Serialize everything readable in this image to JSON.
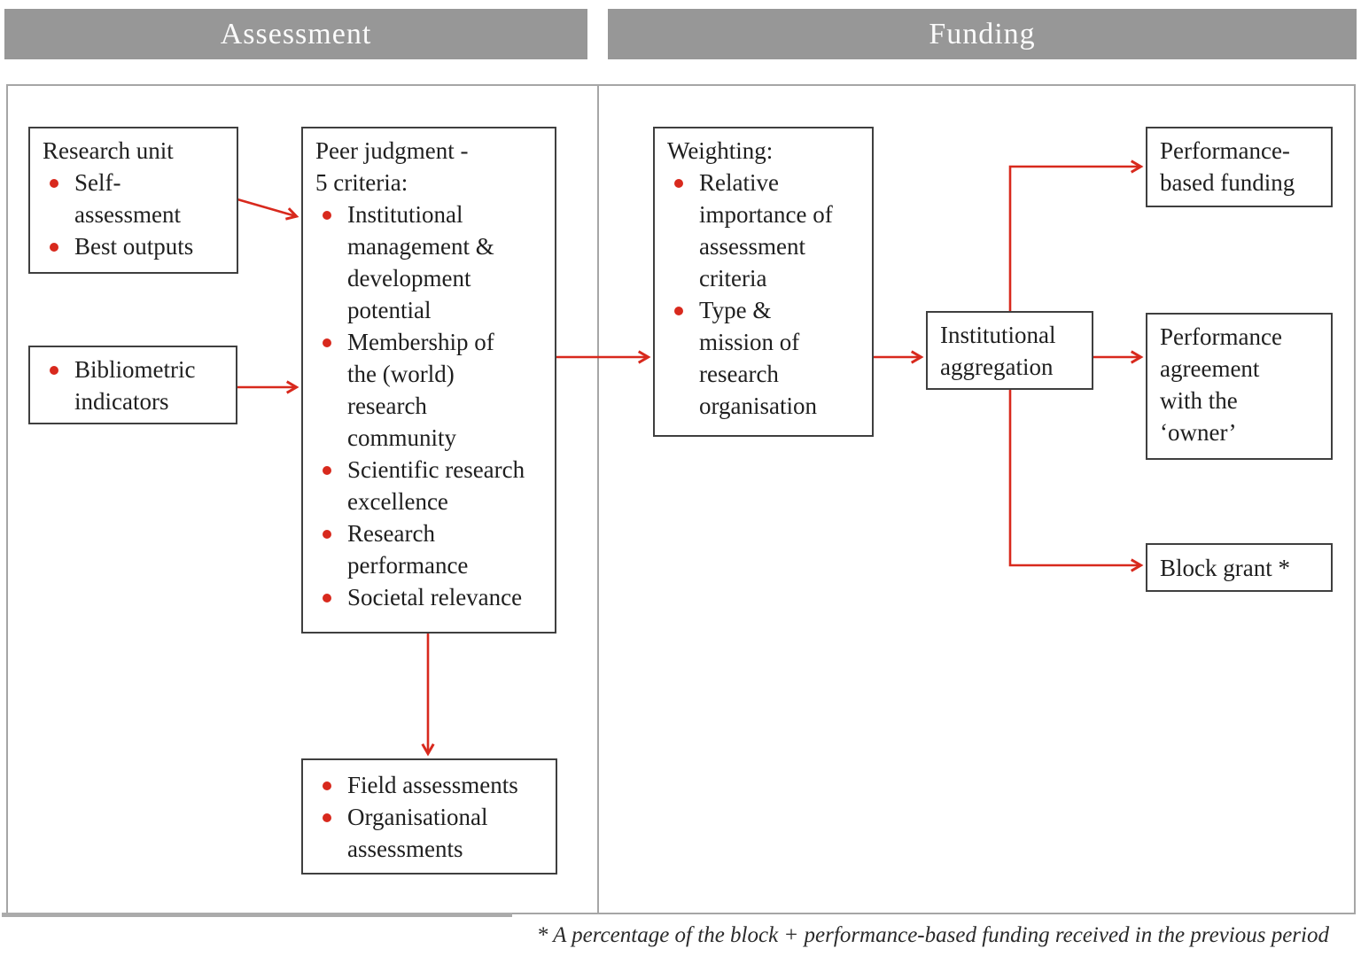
{
  "headers": {
    "assessment": "Assessment",
    "funding": "Funding"
  },
  "colors": {
    "header_bg": "#979797",
    "header_fg": "#fbfbfb",
    "arrow_red": "#d8291d",
    "box_border": "#3f3f3f",
    "panel_border": "#a6a6a6",
    "text": "#1f1f1f"
  },
  "boxes": {
    "research_unit": {
      "title": "Research unit",
      "items": [
        "Self-\nassessment",
        "Best outputs"
      ]
    },
    "bibliometric": {
      "items": [
        "Bibliometric\nindicators"
      ]
    },
    "peer_judgment": {
      "title": "Peer judgment -\n5 criteria:",
      "items": [
        "Institutional\nmanagement &\ndevelopment\npotential",
        "Membership of\nthe (world)\nresearch\ncommunity",
        "Scientific research\nexcellence",
        "Research\nperformance",
        "Societal relevance"
      ]
    },
    "field_assessments": {
      "items": [
        "Field assessments",
        "Organisational\nassessments"
      ]
    },
    "weighting": {
      "title": "Weighting:",
      "items": [
        "Relative\nimportance of\nassessment\ncriteria",
        "Type &\nmission of\nresearch\norganisation"
      ]
    },
    "institutional_aggregation": {
      "label": "Institutional\naggregation"
    },
    "performance_based_funding": {
      "label": "Performance-\nbased funding"
    },
    "performance_agreement": {
      "label": "Performance\nagreement\nwith the\n‘owner’"
    },
    "block_grant": {
      "label": "Block grant *"
    }
  },
  "footnote": "* A percentage of the block + performance-based funding received in the previous period"
}
